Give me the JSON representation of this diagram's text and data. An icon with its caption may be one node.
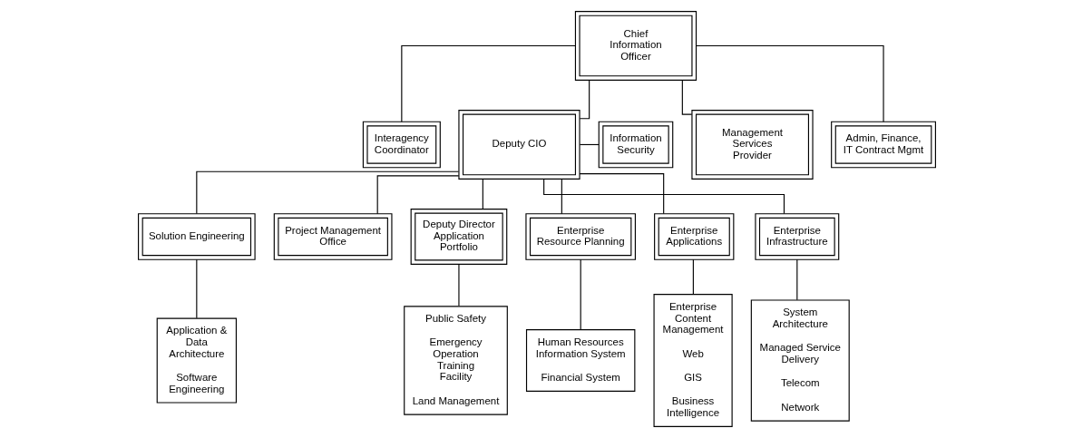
{
  "diagram": {
    "nodes": [
      {
        "text": [
          "Chief Information Officer"
        ]
      },
      {
        "text": [
          "Interagency Coordinator"
        ]
      },
      {
        "text": [
          "Deputy CIO"
        ]
      },
      {
        "text": [
          "Information Security"
        ]
      },
      {
        "text": [
          "Management Services Provider"
        ]
      },
      {
        "text": [
          "Admin, Finance, IT Contract Mgmt"
        ]
      },
      {
        "text": [
          "Solution Engineering"
        ]
      },
      {
        "text": [
          "Project Management Office"
        ]
      },
      {
        "text": [
          "Deputy Director Application Portfolio"
        ]
      },
      {
        "text": [
          "Enterprise Resource Planning"
        ]
      },
      {
        "text": [
          "Enterprise Applications"
        ]
      },
      {
        "text": [
          "Enterprise Infrastructure"
        ]
      },
      {
        "text": [
          "Application & Data Architecture",
          "Software Engineering"
        ]
      },
      {
        "text": [
          "Public Safety",
          "Emergency Operation Training Facility",
          "Land Management"
        ]
      },
      {
        "text": [
          "Human Resources Information System",
          "Financial System"
        ]
      },
      {
        "text": [
          "Enterprise Content Management",
          "Web",
          "GIS",
          "Business Intelligence"
        ]
      },
      {
        "text": [
          "System Architecture",
          "Managed Service Delivery",
          "Telecom",
          "Network"
        ]
      }
    ],
    "edges": [
      {
        "from": 0,
        "to": 1,
        "arrow": "none"
      },
      {
        "from": 0,
        "to": 2,
        "arrow": "none"
      },
      {
        "from": 0,
        "to": 4,
        "arrow": "none"
      },
      {
        "from": 0,
        "to": 5,
        "arrow": "none"
      },
      {
        "from": 2,
        "to": 3,
        "arrow": "none"
      },
      {
        "from": 2,
        "to": 6,
        "arrow": "none"
      },
      {
        "from": 2,
        "to": 7,
        "arrow": "none"
      },
      {
        "from": 2,
        "to": 8,
        "arrow": "none"
      },
      {
        "from": 2,
        "to": 9,
        "arrow": "none"
      },
      {
        "from": 2,
        "to": 10,
        "arrow": "none"
      },
      {
        "from": 2,
        "to": 11,
        "arrow": "none"
      },
      {
        "from": 6,
        "to": 12,
        "arrow": "none"
      },
      {
        "from": 8,
        "to": 13,
        "arrow": "none"
      },
      {
        "from": 9,
        "to": 14,
        "arrow": "none"
      },
      {
        "from": 10,
        "to": 15,
        "arrow": "none"
      },
      {
        "from": 11,
        "to": 16,
        "arrow": "none"
      }
    ]
  }
}
